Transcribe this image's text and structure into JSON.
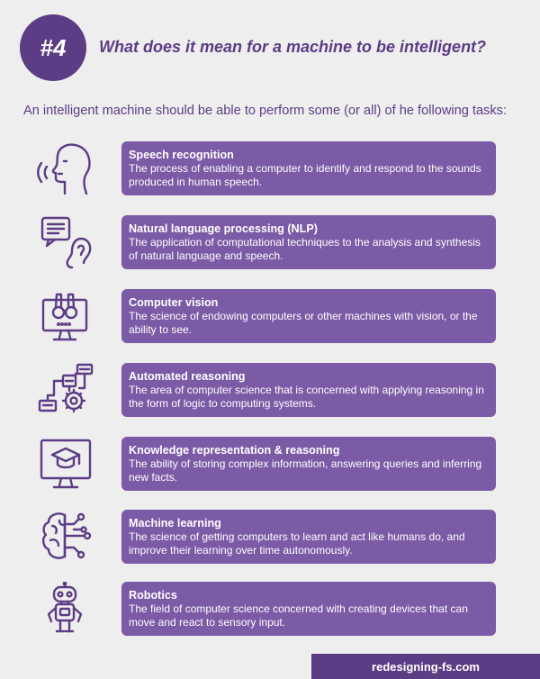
{
  "header": {
    "badge": "#4",
    "title": "What does it mean for a machine to be intelligent?"
  },
  "intro": "An intelligent machine should be able to perform some (or all) of he following tasks:",
  "tasks": [
    {
      "title": "Speech recognition",
      "description": "The process of enabling a computer to identify and respond to the sounds produced in human speech.",
      "icon": "speaking-head-icon"
    },
    {
      "title": "Natural language processing (NLP)",
      "description": "The application of computational techniques to the analysis and synthesis of natural language and speech.",
      "icon": "chat-ear-icon"
    },
    {
      "title": "Computer vision",
      "description": "The science of endowing computers or other machines with vision, or the ability to see.",
      "icon": "monitor-binoculars-icon"
    },
    {
      "title": "Automated reasoning",
      "description": "The area of computer science that is concerned with applying reasoning in the form of logic to computing systems.",
      "icon": "gear-flowchart-icon"
    },
    {
      "title": "Knowledge representation & reasoning",
      "description": "The ability of storing complex information, answering queries and inferring new facts.",
      "icon": "monitor-graduation-cap-icon"
    },
    {
      "title": "Machine learning",
      "description": "The science of getting computers to learn and act like humans do, and improve their learning over time autonomously.",
      "icon": "brain-circuit-icon"
    },
    {
      "title": "Robotics",
      "description": "The field of computer science concerned with creating devices that can move and react to sensory input.",
      "icon": "robot-icon"
    }
  ],
  "footer": "redesigning-fs.com",
  "colors": {
    "primary": "#5c3c84",
    "card": "#7b5aa6",
    "background": "#eeeeee"
  }
}
